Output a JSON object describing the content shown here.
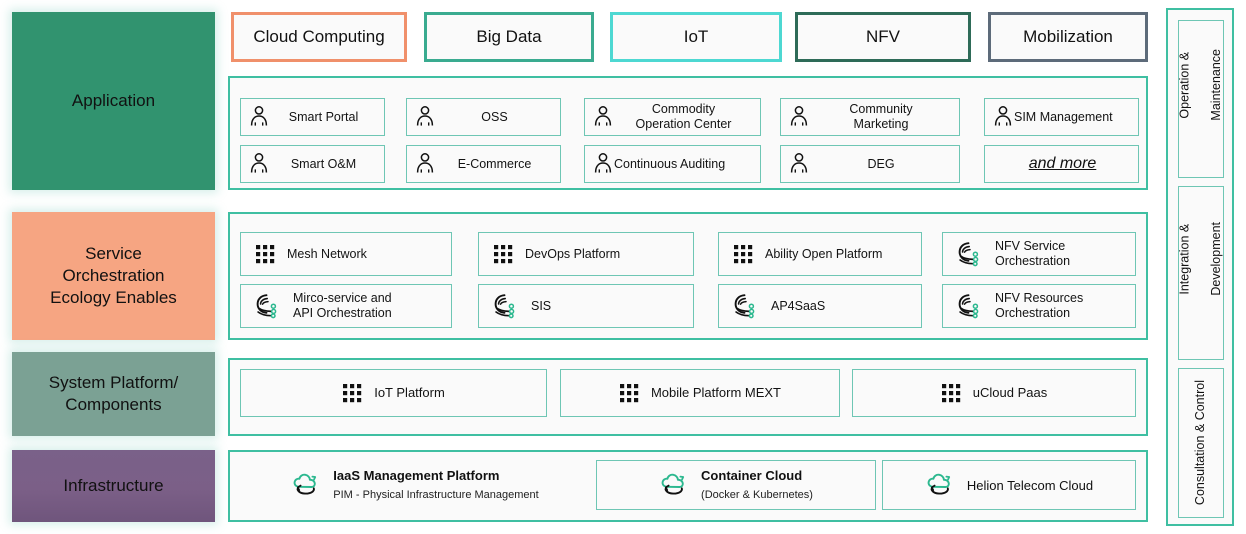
{
  "layers": [
    {
      "id": "application",
      "title": "Application",
      "color": "#31936f"
    },
    {
      "id": "service_orchestration",
      "title": "Service\nOrchestration\nEcology Enables",
      "color": "#f6a582"
    },
    {
      "id": "system_platform",
      "title": "System Platform/\nComponents",
      "color": "#7ba194"
    },
    {
      "id": "infrastructure",
      "title": "Infrastructure",
      "color": "#7a6189"
    }
  ],
  "layer_titles": {
    "application": "Application",
    "service_line1": "Service",
    "service_line2": "Orchestration",
    "service_line3": "Ecology Enables",
    "system_line1": "System Platform/",
    "system_line2": "Components",
    "infrastructure": "Infrastructure"
  },
  "categories": [
    {
      "label": "Cloud Computing",
      "border": "#f0906b"
    },
    {
      "label": "Big Data",
      "border": "#3aab90"
    },
    {
      "label": "IoT",
      "border": "#4ed8d2"
    },
    {
      "label": "NFV",
      "border": "#2e6b58"
    },
    {
      "label": "Mobilization",
      "border": "#5d6b7a"
    }
  ],
  "application_items": [
    {
      "label": "Smart Portal",
      "icon": "person-icon",
      "align": "center"
    },
    {
      "label": "OSS",
      "icon": "person-icon",
      "align": "center"
    },
    {
      "label": "Commodity\nOperation Center",
      "line1": "Commodity",
      "line2": "Operation Center",
      "icon": "person-icon",
      "align": "center"
    },
    {
      "label": "Community\nMarketing",
      "line1": "Community",
      "line2": "Marketing",
      "icon": "person-icon",
      "align": "center"
    },
    {
      "label": "SIM Management",
      "icon": "person-icon",
      "align": "tight"
    },
    {
      "label": "Smart O&M",
      "icon": "person-icon",
      "align": "center"
    },
    {
      "label": "E-Commerce",
      "icon": "person-icon",
      "align": "center"
    },
    {
      "label": "Continuous Auditing",
      "icon": "person-icon",
      "align": "tight"
    },
    {
      "label": "DEG",
      "icon": "person-icon",
      "align": "center"
    },
    {
      "label": "and more",
      "icon": "none",
      "align": "emphasis"
    }
  ],
  "service_items": [
    {
      "label": "Mesh Network",
      "icon": "dot-grid-icon"
    },
    {
      "label": "DevOps Platform",
      "icon": "dot-grid-icon"
    },
    {
      "label": "Ability Open Platform",
      "icon": "dot-grid-icon"
    },
    {
      "label": "NFV Service\nOrchestration",
      "line1": "NFV Service",
      "line2": "Orchestration",
      "icon": "orchestration-icon"
    },
    {
      "label": "Mirco-service and\nAPI Orchestration",
      "line1": "Mirco-service and",
      "line2": "API Orchestration",
      "icon": "orchestration-icon"
    },
    {
      "label": "SIS",
      "icon": "orchestration-icon"
    },
    {
      "label": "AP4SaaS",
      "icon": "orchestration-icon"
    },
    {
      "label": "NFV Resources\nOrchestration",
      "line1": "NFV Resources",
      "line2": "Orchestration",
      "icon": "orchestration-icon"
    }
  ],
  "system_items": [
    {
      "label": "IoT Platform",
      "icon": "dot-grid-icon"
    },
    {
      "label": "Mobile Platform MEXT",
      "icon": "dot-grid-icon"
    },
    {
      "label": "uCloud Paas",
      "icon": "dot-grid-icon"
    }
  ],
  "infrastructure_items": [
    {
      "title": "IaaS Management Platform",
      "subtitle": "PIM - Physical Infrastructure Management",
      "icon": "cloud-icon",
      "bordered": false
    },
    {
      "title": "Container Cloud",
      "subtitle": "(Docker & Kubernetes)",
      "icon": "cloud-icon",
      "bordered": true
    },
    {
      "title": "Helion Telecom Cloud",
      "subtitle": "",
      "icon": "cloud-icon",
      "bordered": true
    }
  ],
  "side_rail": [
    {
      "line1": "Operation &",
      "line2": "Maintenance"
    },
    {
      "line1": "Integration &",
      "line2": "Development"
    },
    {
      "line1": "Consultation & Control",
      "line2": ""
    }
  ],
  "colors": {
    "teal_border": "#3fbfa2",
    "light_teal_border": "#6ec6b4",
    "tile_bg": "#fafafa",
    "accent_dot": "#2cb88f"
  }
}
